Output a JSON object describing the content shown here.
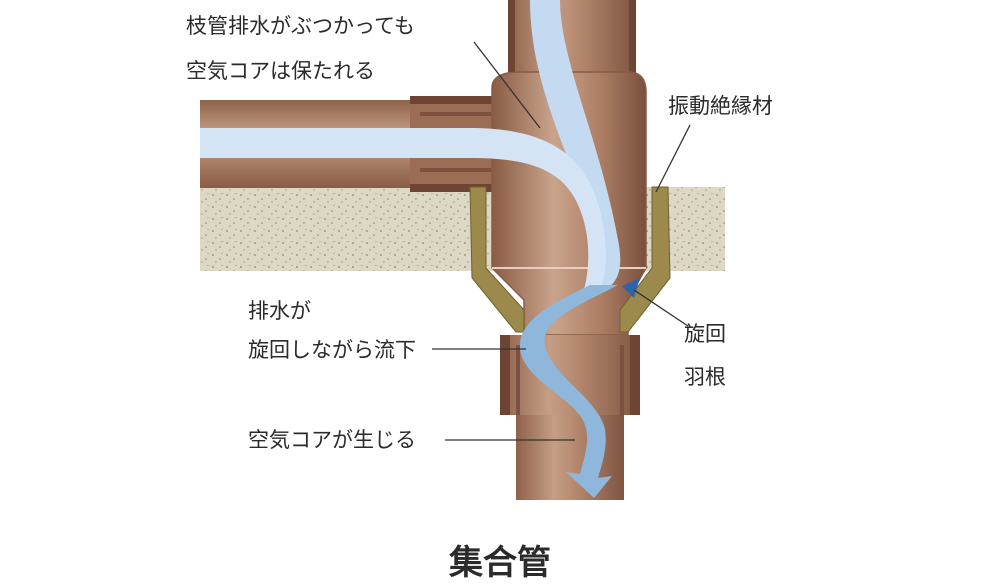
{
  "labels": {
    "branch_line1": "枝管排水がぶつかっても",
    "branch_line2": "空気コアは保たれる",
    "vibration": "振動絶縁材",
    "swirl_line1": "排水が",
    "swirl_line2": "旋回しながら流下",
    "vane_line1": "旋回",
    "vane_line2": "羽根",
    "aircore": "空気コアが生じる"
  },
  "caption": "集合管",
  "colors": {
    "pipe_body": "#a6785e",
    "pipe_dark": "#6e4433",
    "pipe_edge": "#8a5a45",
    "water": "#c4daf0",
    "water_swirl": "#8fb6db",
    "insulation": "#9b8a4c",
    "slab": "#ddd8c3",
    "slab_dots": "#8a8470"
  }
}
